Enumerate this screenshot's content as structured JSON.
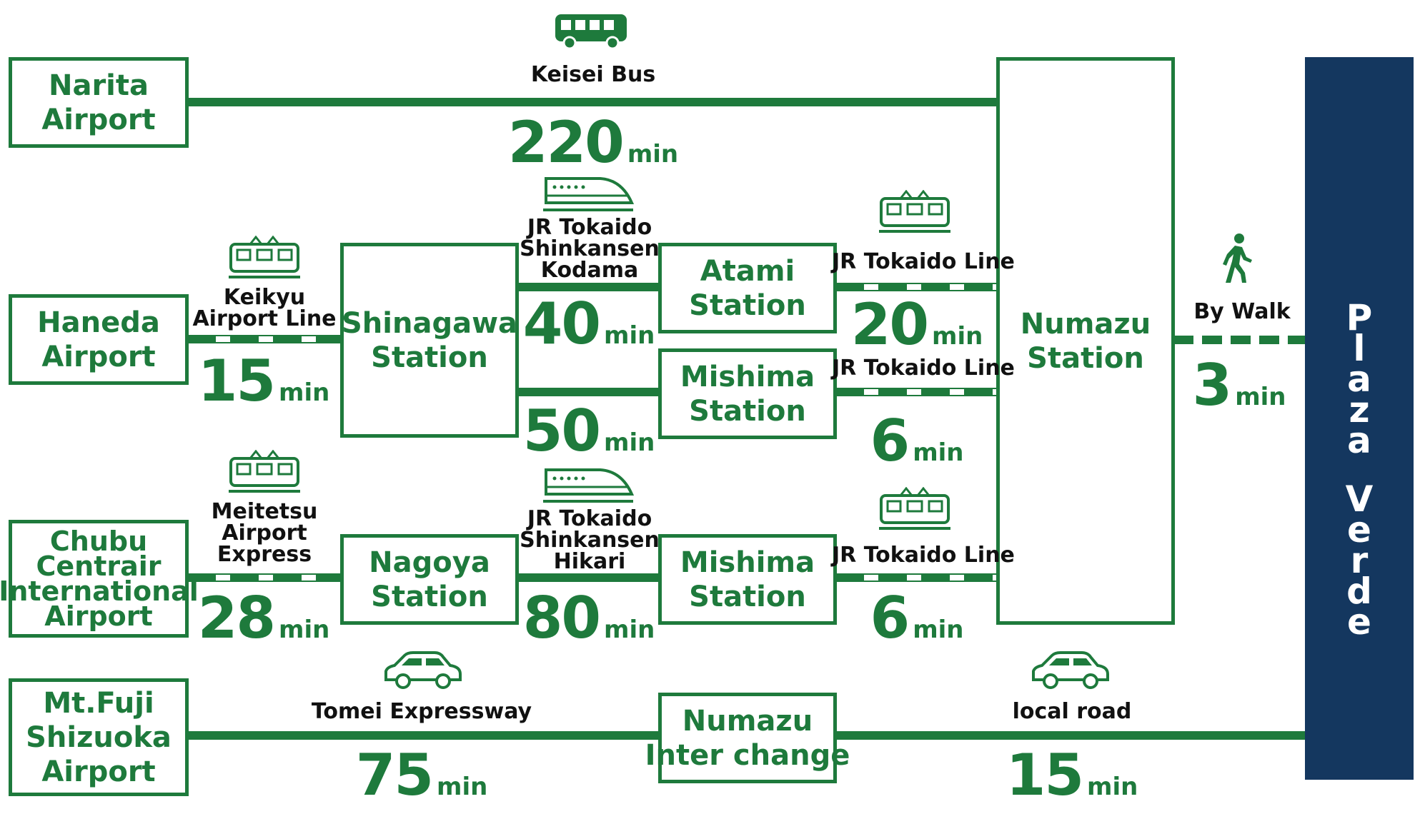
{
  "origins": {
    "narita": [
      "Narita",
      "Airport"
    ],
    "haneda": [
      "Haneda",
      "Airport"
    ],
    "chubu": [
      "Chubu",
      "Centrair",
      "International",
      "Airport"
    ],
    "fuji": [
      "Mt.Fuji",
      "Shizuoka",
      "Airport"
    ]
  },
  "hubs": {
    "shinagawa": [
      "Shinagawa",
      "Station"
    ],
    "nagoya": [
      "Nagoya",
      "Station"
    ],
    "atami": [
      "Atami",
      "Station"
    ],
    "mishima1": [
      "Mishima",
      "Station"
    ],
    "mishima2": [
      "Mishima",
      "Station"
    ],
    "numazu_ic": [
      "Numazu",
      "Inter change"
    ],
    "numazu_station": [
      "Numazu",
      "Station"
    ]
  },
  "destination": {
    "letters": [
      "P",
      "l",
      "a",
      "z",
      "a",
      "V",
      "e",
      "r",
      "d",
      "e"
    ]
  },
  "routes": {
    "keisei": {
      "label": [
        "Keisei Bus"
      ],
      "time": "220",
      "icon": "bus-icon"
    },
    "keikyu": {
      "label": [
        "Keikyu",
        "Airport Line"
      ],
      "time": "15",
      "icon": "train-icon"
    },
    "kodama": {
      "label": [
        "JR Tokaido",
        "Shinkansen",
        "Kodama"
      ],
      "time": "40",
      "icon": "shinkansen-icon"
    },
    "shinagawa_mishima": {
      "time": "50"
    },
    "atami_numazu": {
      "label": [
        "JR Tokaido Line"
      ],
      "time": "20",
      "icon": "train-icon"
    },
    "mishima_numazu_1": {
      "label": [
        "JR Tokaido Line"
      ],
      "time": "6"
    },
    "meitetsu": {
      "label": [
        "Meitetsu",
        "Airport",
        "Express"
      ],
      "time": "28",
      "icon": "train-icon"
    },
    "hikari": {
      "label": [
        "JR Tokaido",
        "Shinkansen",
        "Hikari"
      ],
      "time": "80",
      "icon": "shinkansen-icon"
    },
    "mishima_numazu_2": {
      "label": [
        "JR Tokaido Line"
      ],
      "time": "6",
      "icon": "train-icon"
    },
    "walk": {
      "label": [
        "By Walk"
      ],
      "time": "3",
      "icon": "walking-person-icon"
    },
    "tomei": {
      "label": [
        "Tomei Expressway"
      ],
      "time": "75",
      "icon": "car-icon"
    },
    "local": {
      "label": [
        "local road"
      ],
      "time": "15",
      "icon": "car-icon"
    }
  },
  "unit": "min",
  "colors": {
    "green": "#1e7a3c",
    "navy": "#14375f"
  }
}
